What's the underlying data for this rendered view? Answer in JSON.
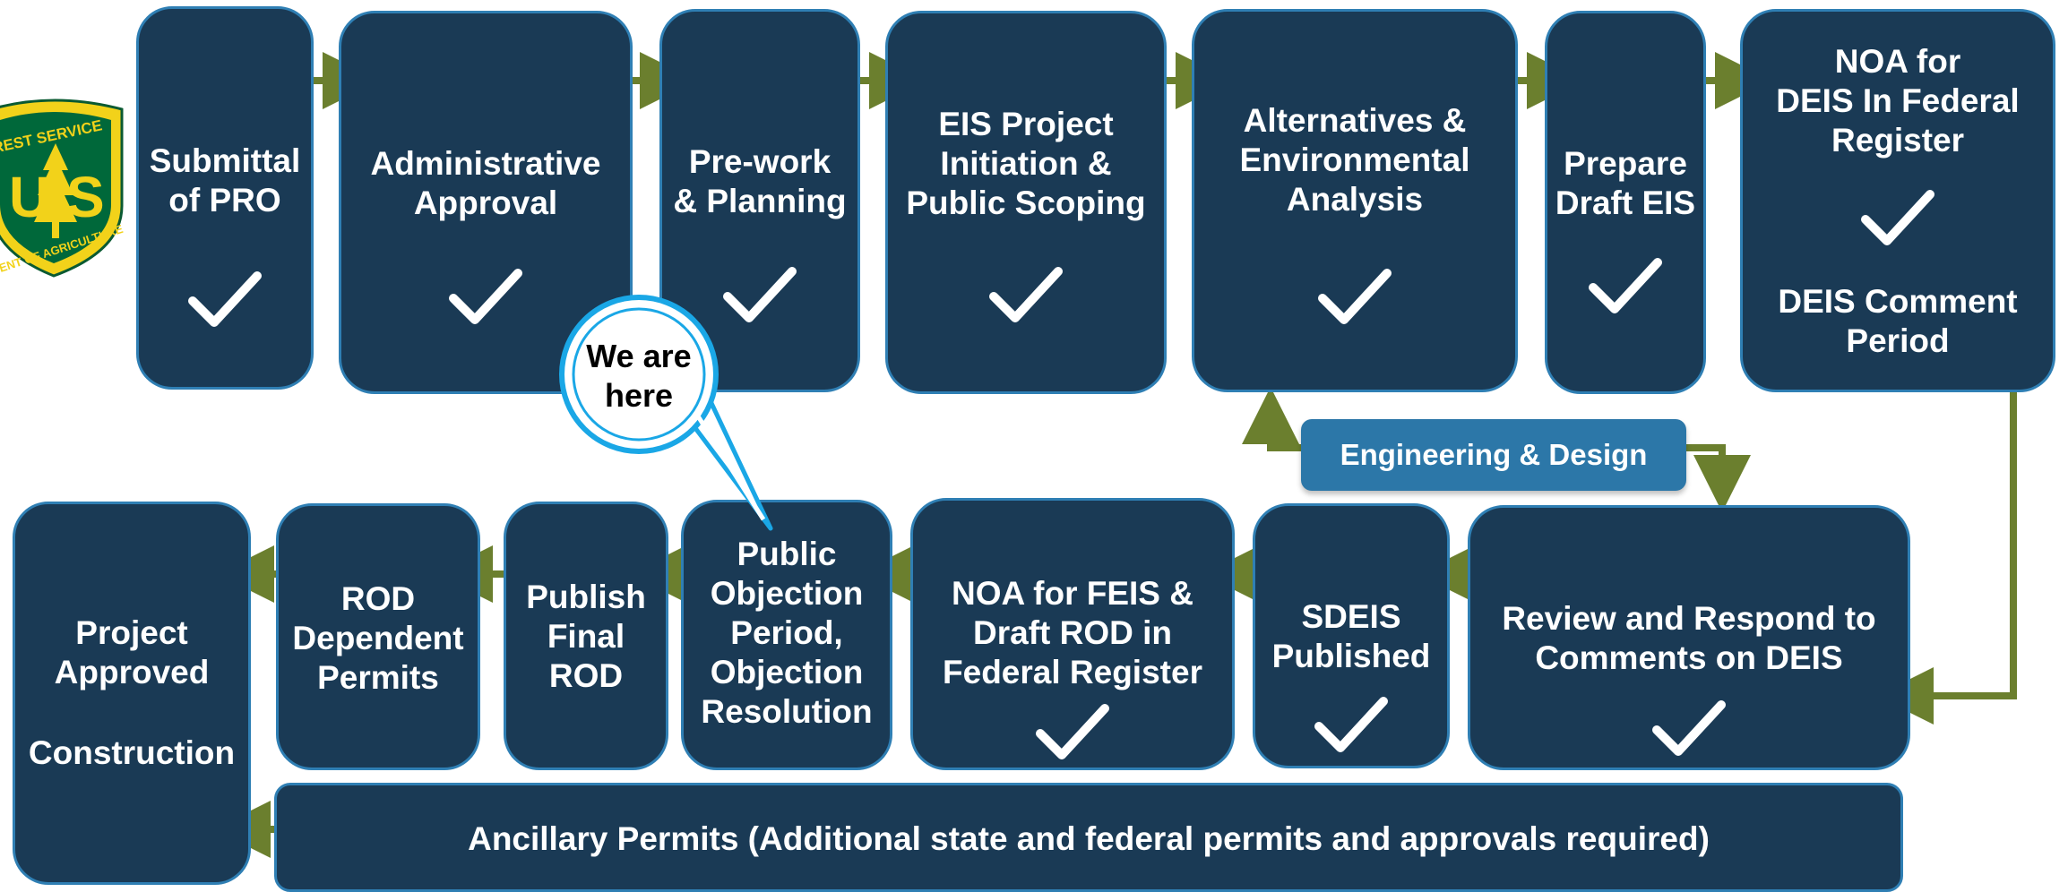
{
  "logo": {
    "top_text": "FOREST SERVICE",
    "letters": "US",
    "bottom_text": "DEPARTMENT OF AGRICULTURE",
    "colors": {
      "shield": "#f2d21a",
      "inner": "#00683a"
    }
  },
  "top_row": [
    {
      "label": "Submittal\nof PRO",
      "checked": true
    },
    {
      "label": "Administrative\nApproval",
      "checked": true
    },
    {
      "label": "Pre-work\n& Planning",
      "checked": true
    },
    {
      "label": "EIS Project\nInitiation &\nPublic Scoping",
      "checked": true
    },
    {
      "label": "Alternatives &\nEnvironmental\nAnalysis",
      "checked": true
    },
    {
      "label": "Prepare\nDraft EIS",
      "checked": true
    },
    {
      "label_top": "NOA for\nDEIS In Federal\nRegister",
      "label_bottom": "DEIS Comment\nPeriod",
      "checked": true
    }
  ],
  "bottom_row": [
    {
      "label": "Review and Respond to\nComments on DEIS",
      "checked": true
    },
    {
      "label": "SDEIS\nPublished",
      "checked": true
    },
    {
      "label": "NOA for FEIS &\nDraft ROD in\nFederal Register",
      "checked": true
    },
    {
      "label": "Public\nObjection\nPeriod,\nObjection\nResolution",
      "checked": false
    },
    {
      "label": "Publish\nFinal\nROD",
      "checked": false
    },
    {
      "label": "ROD\nDependent\nPermits",
      "checked": false
    },
    {
      "label_top": "Project\nApproved",
      "label_bottom": "Construction",
      "checked": false
    }
  ],
  "engineering_label": "Engineering & Design",
  "ancillary_label": "Ancillary Permits (Additional state and federal permits and approvals required)",
  "callout": "We are\nhere",
  "colors": {
    "box_fill": "#1a3a55",
    "box_border": "#2f7fb4",
    "arrow": "#6b7f2e",
    "engineering_fill": "#2c77a8",
    "callout_ring": "#1aa7e6"
  }
}
